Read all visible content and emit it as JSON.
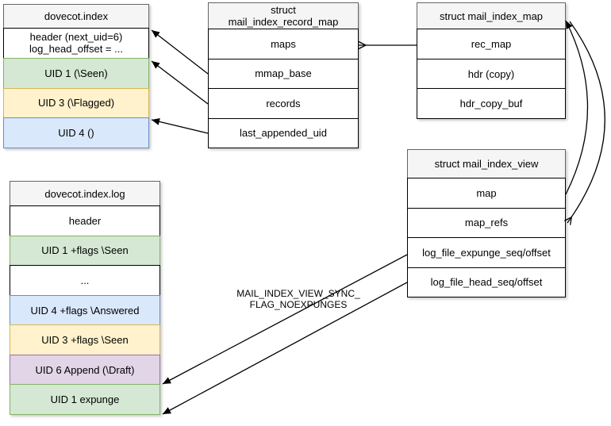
{
  "palette": {
    "background": "#ffffff",
    "line": "#000000",
    "title_fill": "#f5f5f5",
    "title_stroke": "#666666",
    "white_fill": "#ffffff",
    "white_stroke": "#000000",
    "green_fill": "#d5e8d4",
    "green_stroke": "#82b366",
    "yellow_fill": "#fff2cc",
    "yellow_stroke": "#d6b656",
    "blue_fill": "#dae8fc",
    "blue_stroke": "#6c8ebf",
    "purple_fill": "#e1d5e7",
    "purple_stroke": "#9673a6"
  },
  "boxes": {
    "dovecot_index": {
      "title": "dovecot.index",
      "rows": [
        {
          "text": "header (next_uid=6)\nlog_head_offset = ...",
          "color": "white"
        },
        {
          "text": "UID 1 (\\Seen)",
          "color": "green"
        },
        {
          "text": "UID 3 (\\Flagged)",
          "color": "yellow"
        },
        {
          "text": "UID 4 ()",
          "color": "blue"
        }
      ]
    },
    "record_map": {
      "title": "struct\nmail_index_record_map",
      "rows": [
        {
          "text": "maps",
          "color": "white"
        },
        {
          "text": "mmap_base",
          "color": "white"
        },
        {
          "text": "records",
          "color": "white"
        },
        {
          "text": "last_appended_uid",
          "color": "white"
        }
      ]
    },
    "index_map": {
      "title": "struct mail_index_map",
      "rows": [
        {
          "text": "rec_map",
          "color": "white"
        },
        {
          "text": "hdr (copy)",
          "color": "white"
        },
        {
          "text": "hdr_copy_buf",
          "color": "white"
        }
      ]
    },
    "index_view": {
      "title": "struct mail_index_view",
      "rows": [
        {
          "text": "map",
          "color": "white"
        },
        {
          "text": "map_refs",
          "color": "white"
        },
        {
          "text": "log_file_expunge_seq/offset",
          "color": "white"
        },
        {
          "text": "log_file_head_seq/offset",
          "color": "white"
        }
      ]
    },
    "index_log": {
      "title": "dovecot.index.log",
      "rows": [
        {
          "text": "header",
          "color": "white"
        },
        {
          "text": "UID 1 +flags \\Seen",
          "color": "green"
        },
        {
          "text": "...",
          "color": "white"
        },
        {
          "text": "UID 4 +flags \\Answered",
          "color": "blue"
        },
        {
          "text": "UID 3 +flags \\Seen",
          "color": "yellow"
        },
        {
          "text": "UID 6 Append (\\Draft)",
          "color": "purple"
        },
        {
          "text": "UID 1 expunge",
          "color": "green"
        }
      ]
    }
  },
  "annotation": {
    "label": "MAIL_INDEX_VIEW_SYNC_\nFLAG_NOEXPUNGES"
  }
}
